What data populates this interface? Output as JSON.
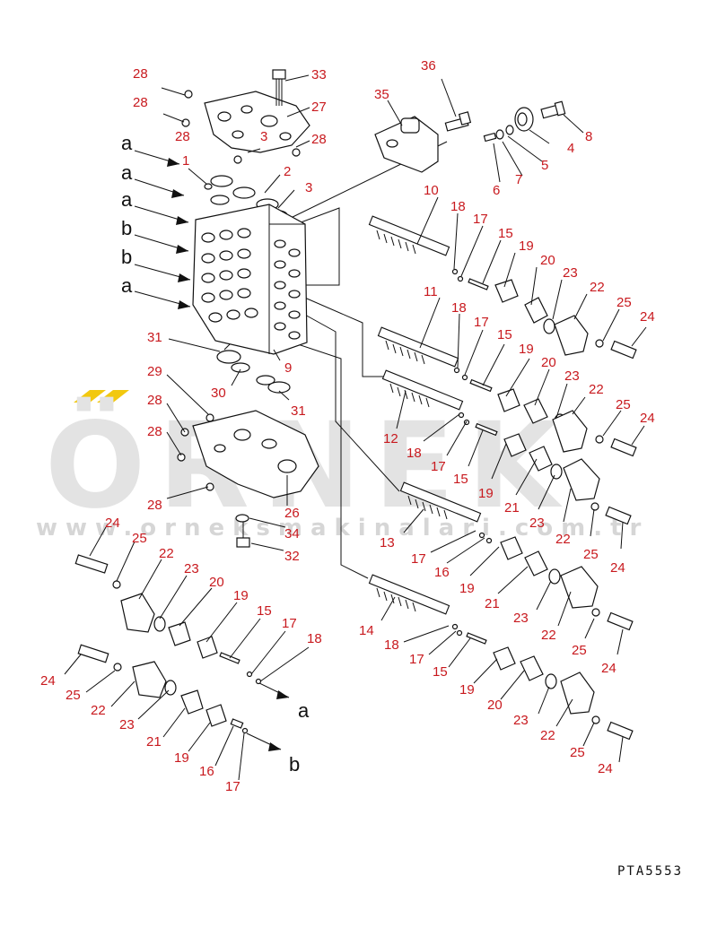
{
  "watermark": {
    "word": "ÖRNEK",
    "url": "www.orneksmakinalari.com.tr",
    "accent_color": "#f2c80f"
  },
  "drawing_code": "PTA5553",
  "colors": {
    "callout": "#c8191e",
    "ink": "#111111"
  },
  "arrow_letters": [
    "a",
    "a",
    "a",
    "b",
    "b",
    "a",
    "a",
    "b"
  ],
  "callouts": [
    "28",
    "33",
    "28",
    "27",
    "28",
    "3",
    "28",
    "1",
    "2",
    "3",
    "36",
    "35",
    "8",
    "4",
    "5",
    "7",
    "6",
    "10",
    "18",
    "17",
    "15",
    "19",
    "20",
    "23",
    "22",
    "25",
    "24",
    "11",
    "18",
    "17",
    "15",
    "19",
    "20",
    "23",
    "22",
    "25",
    "24",
    "31",
    "9",
    "30",
    "31",
    "29",
    "28",
    "28",
    "12",
    "18",
    "17",
    "15",
    "19",
    "21",
    "23",
    "22",
    "25",
    "24",
    "28",
    "26",
    "34",
    "32",
    "13",
    "17",
    "16",
    "19",
    "21",
    "23",
    "22",
    "25",
    "24",
    "24",
    "25",
    "22",
    "23",
    "20",
    "19",
    "15",
    "17",
    "18",
    "14",
    "18",
    "17",
    "15",
    "19",
    "20",
    "23",
    "22",
    "25",
    "24",
    "24",
    "25",
    "22",
    "23",
    "21",
    "19",
    "16",
    "17"
  ]
}
